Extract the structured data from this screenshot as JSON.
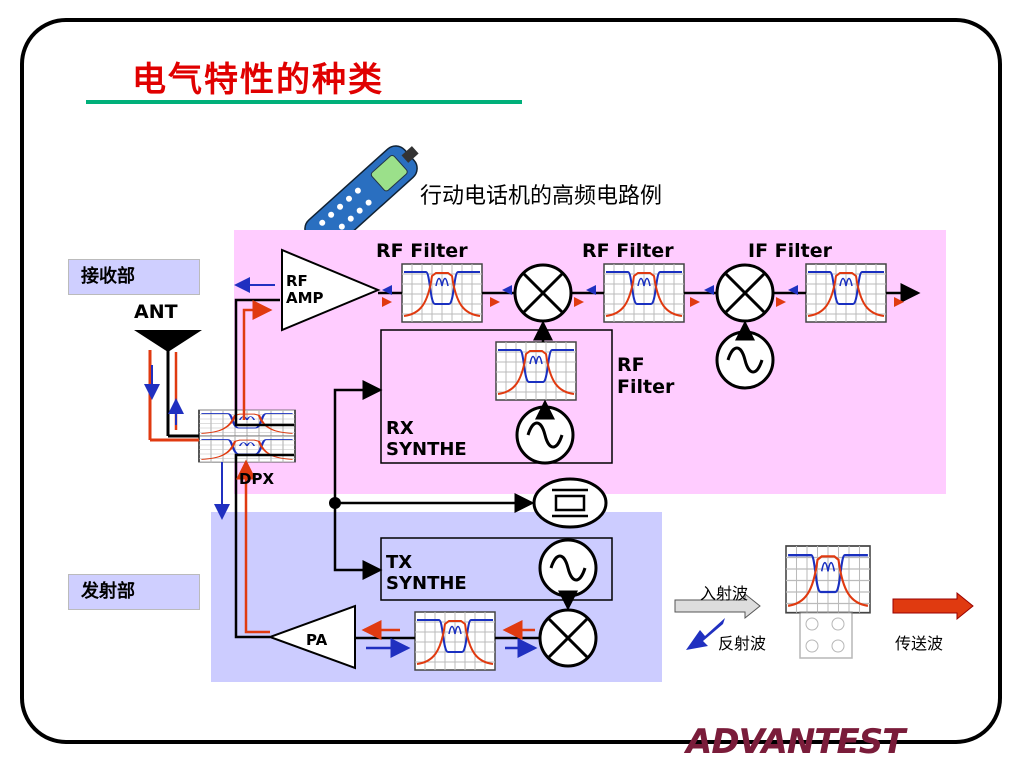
{
  "title": "电气特性的种类",
  "subtitle": "行动电话机的高频电路例",
  "sections": {
    "rx": "接收部",
    "tx": "发射部"
  },
  "blocks": {
    "ant": "ANT",
    "rf_amp": [
      "RF",
      "AMP"
    ],
    "dpx": "DPX",
    "rf_filter_1": "RF Filter",
    "rf_filter_2": "RF Filter",
    "if_filter": "IF Filter",
    "rf_filter_synth": [
      "RF",
      "Filter"
    ],
    "rx_synthe": [
      "RX",
      "SYNTHE"
    ],
    "tx_synthe": [
      "TX",
      "SYNTHE"
    ],
    "pa": "PA"
  },
  "legend": {
    "incident": "入射波",
    "reflected": "反射波",
    "transmitted": "传送波"
  },
  "logo": "ADVANTEST",
  "colors": {
    "rx_band": "#ffccff",
    "tx_band": "#ccccff",
    "signal_red": "#e03a10",
    "signal_blue": "#2030c0",
    "title_red": "#e00000",
    "rule_green": "#00b07a"
  }
}
